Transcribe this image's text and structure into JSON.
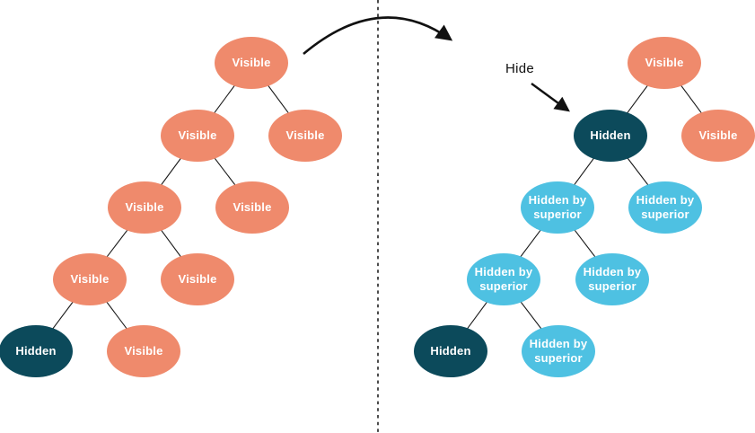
{
  "diagram": {
    "kind": "binary-tree-visibility-before-after",
    "divider": {
      "type": "dashed-vertical-line",
      "color": "#111111"
    },
    "transform_arrow": {
      "type": "curved-arrow",
      "direction": "left-tree-to-right-tree",
      "color": "#111111"
    },
    "hide_annotation": {
      "label": "Hide",
      "arrow_points_to": "right-tree-hidden-node",
      "color": "#111111"
    },
    "colors": {
      "visible": "#EF8A6C",
      "hidden": "#0C4A5B",
      "hidden_by_superior": "#4EC1E2",
      "node_text": "#FFFFFF",
      "edge_line": "#1A1A1A"
    },
    "left_tree": {
      "nodes": [
        {
          "label": "Visible",
          "state": "visible"
        },
        {
          "label": "Visible",
          "state": "visible"
        },
        {
          "label": "Visible",
          "state": "visible"
        },
        {
          "label": "Visible",
          "state": "visible"
        },
        {
          "label": "Visible",
          "state": "visible"
        },
        {
          "label": "Visible",
          "state": "visible"
        },
        {
          "label": "Visible",
          "state": "visible"
        },
        {
          "label": "Hidden",
          "state": "hidden"
        },
        {
          "label": "Visible",
          "state": "visible"
        }
      ],
      "edges": [
        [
          0,
          1
        ],
        [
          0,
          2
        ],
        [
          1,
          3
        ],
        [
          1,
          4
        ],
        [
          3,
          5
        ],
        [
          3,
          6
        ],
        [
          5,
          7
        ],
        [
          5,
          8
        ]
      ]
    },
    "right_tree": {
      "nodes": [
        {
          "label": "Visible",
          "state": "visible"
        },
        {
          "label": "Hidden",
          "state": "hidden"
        },
        {
          "label": "Visible",
          "state": "visible"
        },
        {
          "label": "Hidden by superior",
          "state": "hidden-by-superior"
        },
        {
          "label": "Hidden by superior",
          "state": "hidden-by-superior"
        },
        {
          "label": "Hidden by superior",
          "state": "hidden-by-superior"
        },
        {
          "label": "Hidden by superior",
          "state": "hidden-by-superior"
        },
        {
          "label": "Hidden",
          "state": "hidden"
        },
        {
          "label": "Hidden by superior",
          "state": "hidden-by-superior"
        }
      ],
      "edges": [
        [
          0,
          1
        ],
        [
          0,
          2
        ],
        [
          1,
          3
        ],
        [
          1,
          4
        ],
        [
          3,
          5
        ],
        [
          3,
          6
        ],
        [
          5,
          7
        ],
        [
          5,
          8
        ]
      ]
    }
  }
}
